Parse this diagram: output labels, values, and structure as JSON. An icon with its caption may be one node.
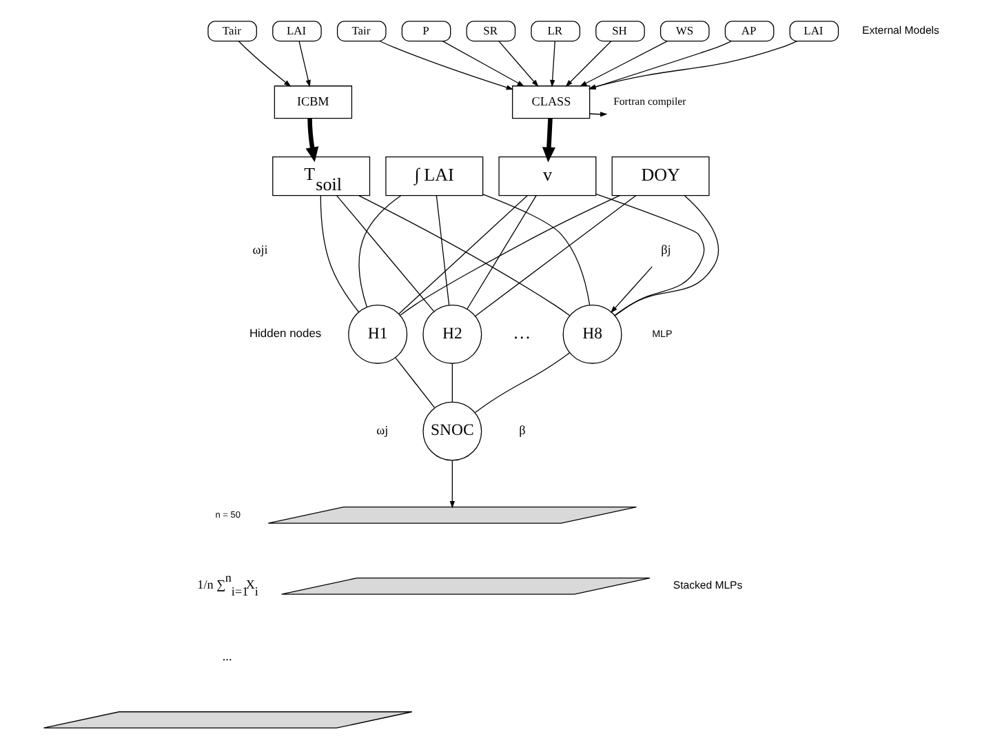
{
  "diagram": {
    "nodes": [
      {
        "text": [
          "Tair"
        ]
      },
      {
        "text": [
          "LAI"
        ]
      },
      {
        "text": [
          "ICBM"
        ]
      },
      {
        "text": [
          "Tair"
        ]
      },
      {
        "text": [
          "P"
        ]
      },
      {
        "text": [
          "SR"
        ]
      },
      {
        "text": [
          "LR"
        ]
      },
      {
        "text": [
          "SH"
        ]
      },
      {
        "text": [
          "WS"
        ]
      },
      {
        "text": [
          "AP"
        ]
      },
      {
        "text": [
          "LAI"
        ]
      },
      {
        "text": [
          "CLASS"
        ]
      },
      {
        "text": [
          "Fortran compiler"
        ]
      },
      {
        "text": [
          "T$_{soil}$"
        ]
      },
      {
        "text": [
          "∫ LAI"
        ]
      },
      {
        "text": [
          "v"
        ]
      },
      {
        "text": [
          "DOY"
        ]
      },
      {
        "text": [
          "βj"
        ]
      },
      {
        "text": [
          "H1"
        ]
      },
      {
        "text": [
          "H2"
        ]
      },
      {
        "text": [
          "H8"
        ]
      },
      {
        "text": [
          "SNOC"
        ]
      },
      {
        "text": [],
        "shape": "parallelogram"
      },
      {
        "text": [],
        "shape": "parallelogram"
      },
      {
        "text": [],
        "shape": "parallelogram"
      }
    ],
    "edges": [
      {
        "from": 0,
        "to": 2,
        "arrow": "to"
      },
      {
        "from": 1,
        "to": 2,
        "arrow": "to"
      },
      {
        "from": 3,
        "to": 11,
        "arrow": "to"
      },
      {
        "from": 4,
        "to": 11,
        "arrow": "to"
      },
      {
        "from": 5,
        "to": 11,
        "arrow": "to"
      },
      {
        "from": 6,
        "to": 11,
        "arrow": "to"
      },
      {
        "from": 7,
        "to": 11,
        "arrow": "to"
      },
      {
        "from": 8,
        "to": 11,
        "arrow": "to"
      },
      {
        "from": 9,
        "to": 11,
        "arrow": "to"
      },
      {
        "from": 10,
        "to": 11,
        "arrow": "to"
      },
      {
        "from": 11,
        "to": 12,
        "arrow": "to"
      },
      {
        "from": 2,
        "to": 13,
        "arrow": "to",
        "style": "thick"
      },
      {
        "from": 11,
        "to": 15,
        "arrow": "to",
        "style": "thick"
      },
      {
        "from": 13,
        "to": 18,
        "arrow": "none"
      },
      {
        "from": 13,
        "to": 19,
        "arrow": "none"
      },
      {
        "from": 13,
        "to": 20,
        "arrow": "none"
      },
      {
        "from": 14,
        "to": 18,
        "arrow": "none"
      },
      {
        "from": 14,
        "to": 19,
        "arrow": "none"
      },
      {
        "from": 14,
        "to": 20,
        "arrow": "none"
      },
      {
        "from": 15,
        "to": 18,
        "arrow": "none"
      },
      {
        "from": 15,
        "to": 19,
        "arrow": "none"
      },
      {
        "from": 15,
        "to": 20,
        "arrow": "none"
      },
      {
        "from": 16,
        "to": 18,
        "arrow": "none"
      },
      {
        "from": 16,
        "to": 19,
        "arrow": "none"
      },
      {
        "from": 16,
        "to": 20,
        "arrow": "none"
      },
      {
        "from": 17,
        "to": 20,
        "arrow": "to"
      },
      {
        "from": 18,
        "to": 21,
        "arrow": "none"
      },
      {
        "from": 19,
        "to": 21,
        "arrow": "none"
      },
      {
        "from": 20,
        "to": 21,
        "arrow": "none"
      },
      {
        "from": 21,
        "to": 22,
        "arrow": "to"
      }
    ],
    "labels": [
      "External Models",
      "ωji",
      "Hidden nodes",
      "…",
      "MLP",
      "ωj",
      "β",
      "n = 50",
      "Stacked MLPs",
      "1/n ∑$^{n}$$_{i=1}$X$_{i}$",
      "..."
    ]
  }
}
